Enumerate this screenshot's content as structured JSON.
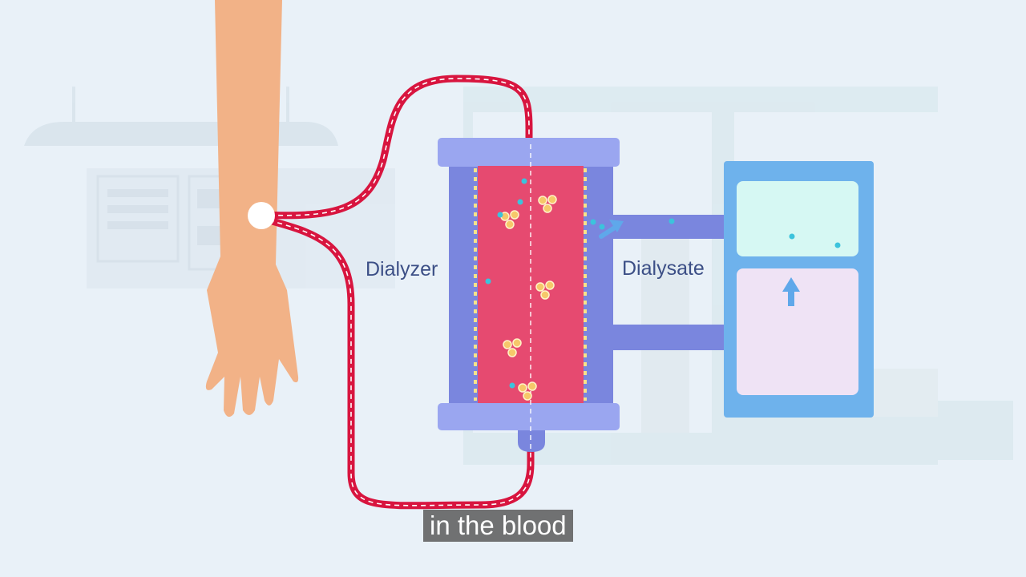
{
  "labels": {
    "dialyzer": "Dialyzer",
    "dialysate": "Dialysate"
  },
  "caption": "in the blood",
  "colors": {
    "background": "#e9f1f8",
    "blood_tube": "#d8153f",
    "dialyzer_frame": "#7a86de",
    "dialyzer_caps": "#9aa6f0",
    "blood_chamber": "#e64a70",
    "membrane": "#f6e48a",
    "tank_frame": "#6eb2ec",
    "tank_top": "#d6f8f3",
    "tank_bottom": "#efe3f5",
    "arm": "#f2b287",
    "waste_particles": "#f6c86a",
    "small_particles": "#3cc3dc",
    "arrows": "#5fa8ea"
  }
}
